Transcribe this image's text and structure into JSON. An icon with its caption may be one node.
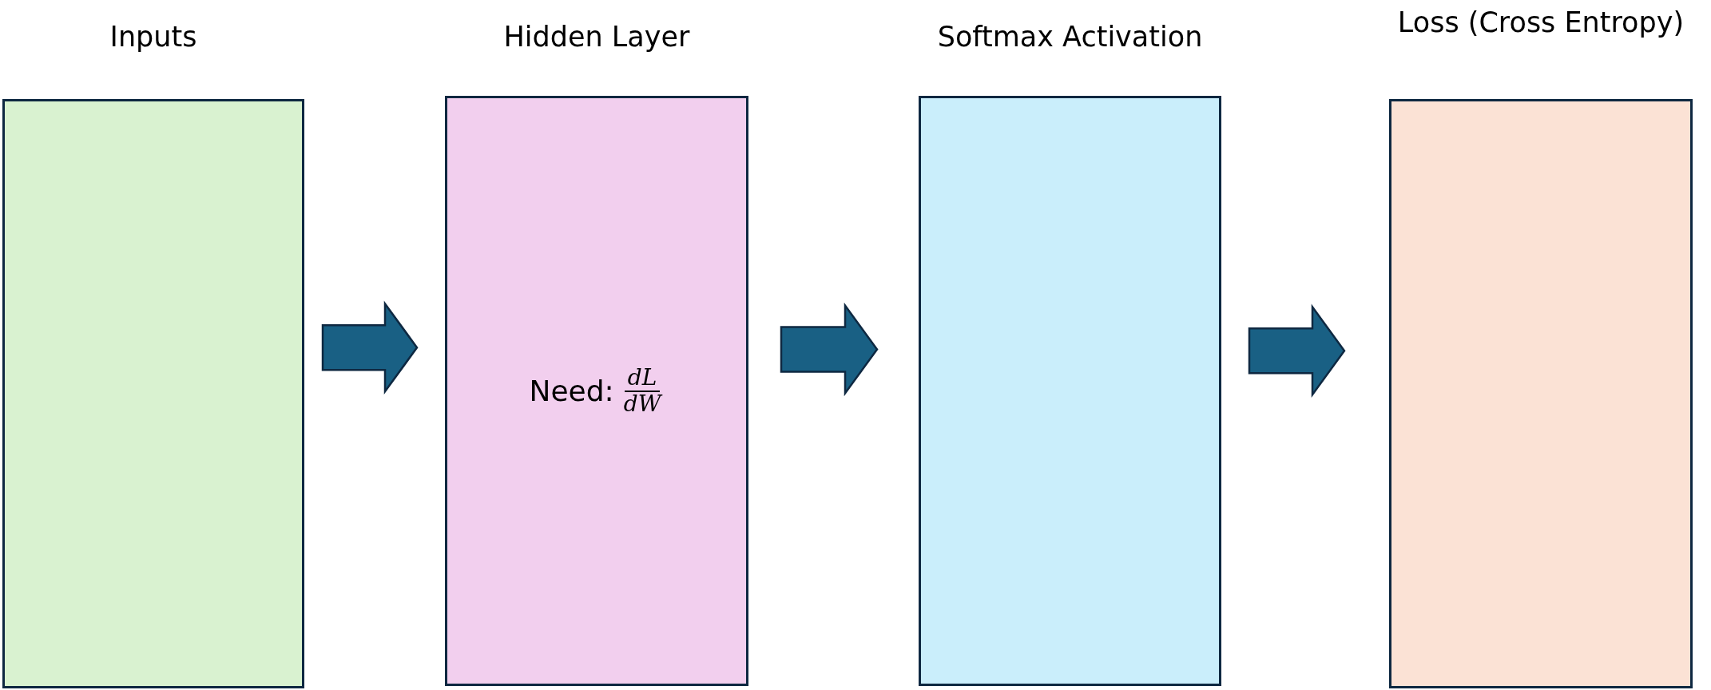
{
  "diagram": {
    "nodes": [
      {
        "text": [
          "Inputs"
        ]
      },
      {
        "text": [
          "Hidden Layer",
          "Need:",
          "dL",
          "dW"
        ]
      },
      {
        "text": [
          "Softmax Activation"
        ]
      },
      {
        "text": [
          "Loss (Cross Entropy)"
        ]
      }
    ],
    "edges": [
      {
        "from": 0,
        "to": 1,
        "arrow": "to"
      },
      {
        "from": 1,
        "to": 2,
        "arrow": "to"
      },
      {
        "from": 2,
        "to": 3,
        "arrow": "to"
      }
    ]
  }
}
